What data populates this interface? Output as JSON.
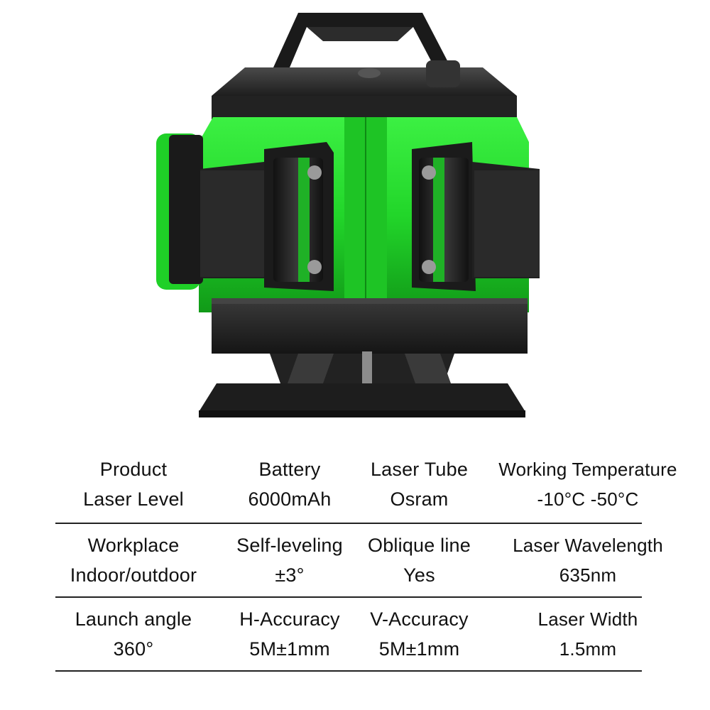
{
  "image": {
    "subject_icon": "laser-level-product-photo",
    "colors": {
      "body_green": "#22d62a",
      "body_green_dark": "#0f8f16",
      "housing_black": "#1c1c1c",
      "housing_grey": "#3a3a3a",
      "metal": "#8c8c8c"
    }
  },
  "specs": {
    "rows": [
      [
        {
          "label": "Product",
          "value": "Laser Level"
        },
        {
          "label": "Battery",
          "value": "6000mAh"
        },
        {
          "label": "Laser Tube",
          "value": "Osram"
        },
        {
          "label": "Working Temperature",
          "value": "-10°C -50°C"
        }
      ],
      [
        {
          "label": "Workplace",
          "value": "Indoor/outdoor"
        },
        {
          "label": "Self-leveling",
          "value": "±3°"
        },
        {
          "label": "Oblique line",
          "value": "Yes"
        },
        {
          "label": "Laser Wavelength",
          "value": "635nm"
        }
      ],
      [
        {
          "label": "Launch angle",
          "value": "360°"
        },
        {
          "label": "H-Accuracy",
          "value": "5M±1mm"
        },
        {
          "label": "V-Accuracy",
          "value": "5M±1mm"
        },
        {
          "label": "Laser Width",
          "value": "1.5mm"
        }
      ]
    ]
  }
}
